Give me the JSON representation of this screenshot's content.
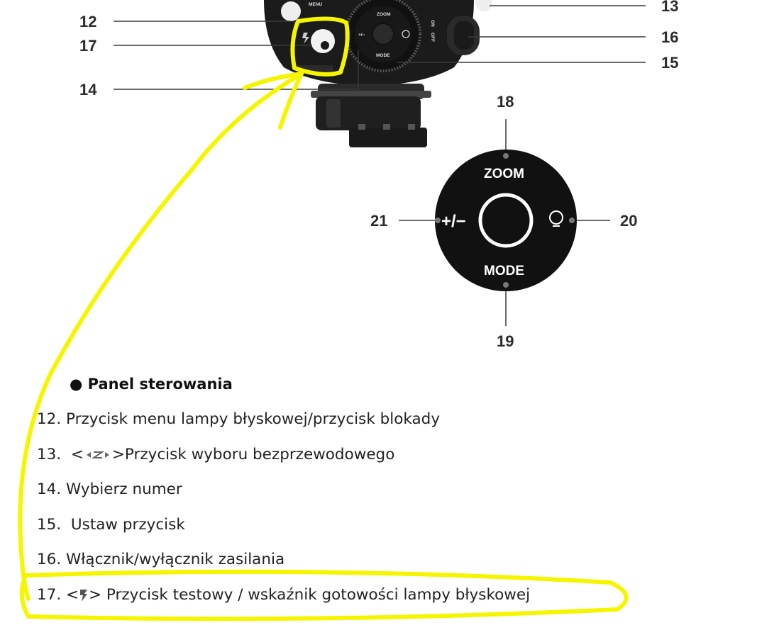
{
  "callouts": {
    "c12": "12",
    "c13": "13",
    "c14": "14",
    "c15": "15",
    "c16": "16",
    "c17": "17",
    "c18": "18",
    "c19": "19",
    "c20": "20",
    "c21": "21"
  },
  "device_labels": {
    "menu": "MENU",
    "zoom_small": "ZOOM",
    "mode_small": "MODE",
    "plusminus_small": "+/−",
    "on": "ON",
    "off": "OFF"
  },
  "panel": {
    "zoom": "ZOOM",
    "mode": "MODE",
    "plusminus": "+/−"
  },
  "section": {
    "heading": "● Panel sterowania",
    "items": [
      {
        "num": "12.",
        "text": "Przycisk menu lampy błyskowej/przycisk blokady"
      },
      {
        "num": "13.",
        "prefix": "<",
        "suffix": ">",
        "text": "Przycisk wyboru bezprzewodowego",
        "icon": "wireless-icon"
      },
      {
        "num": "14.",
        "text": "Wybierz numer"
      },
      {
        "num": "15.",
        "text": "Ustaw przycisk"
      },
      {
        "num": "16.",
        "text": "Włącznik/wyłącznik zasilania"
      },
      {
        "num": "17.",
        "prefix": "<",
        "suffix": ">",
        "text": "Przycisk testowy / wskaźnik gotowości lampy błyskowej",
        "icon": "flash-icon"
      }
    ]
  },
  "colors": {
    "highlight": "#f5f500",
    "device": "#1b1b1b",
    "callout_line": "#3a3a3a"
  }
}
